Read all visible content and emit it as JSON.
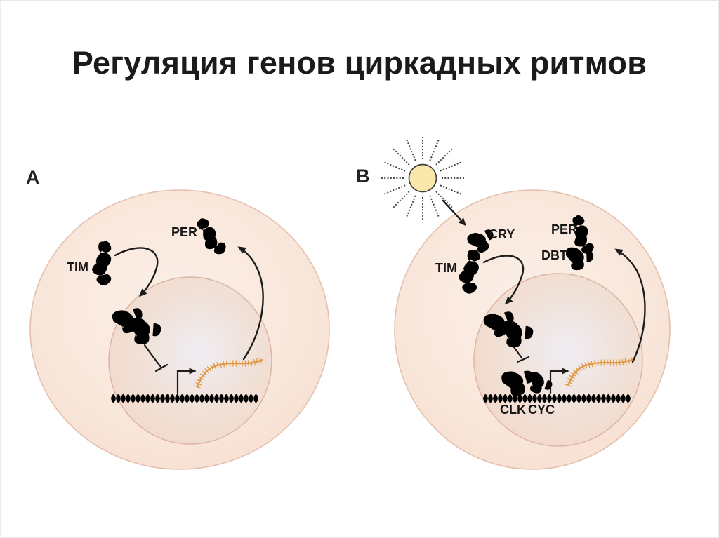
{
  "title": "Регуляция генов циркадных ритмов",
  "panel_a": {
    "label": "A",
    "tim": "TIM",
    "per": "PER"
  },
  "panel_b": {
    "label": "B",
    "tim": "TIM",
    "cry": "CRY",
    "per": "PER",
    "dbt": "DBT",
    "clk": "CLK",
    "cyc": "CYC"
  },
  "icons": [
    "sun-icon",
    "inhibition-tbar-icon",
    "transcription-start-arrow-icon"
  ],
  "colors": {
    "tim": "#4FA8DE",
    "per": "#E2A23B",
    "cry": "#C5388F",
    "dbt": "#5FC389",
    "clk": "#D693C9",
    "cyc": "#7E57B0",
    "mrna": "#E0973E",
    "dna_mid": "#DFA257",
    "dna_end": "#77767C",
    "cell_fill": "#F9E6DA",
    "cell_edge": "#E5BFAD",
    "nucleus_fill": "#F1DED3",
    "nucleus_center": "#EFEDF3",
    "nucleus_edge": "#DDB4A3",
    "sun_fill": "#FAE7AC",
    "ink": "#1C1C1C"
  }
}
